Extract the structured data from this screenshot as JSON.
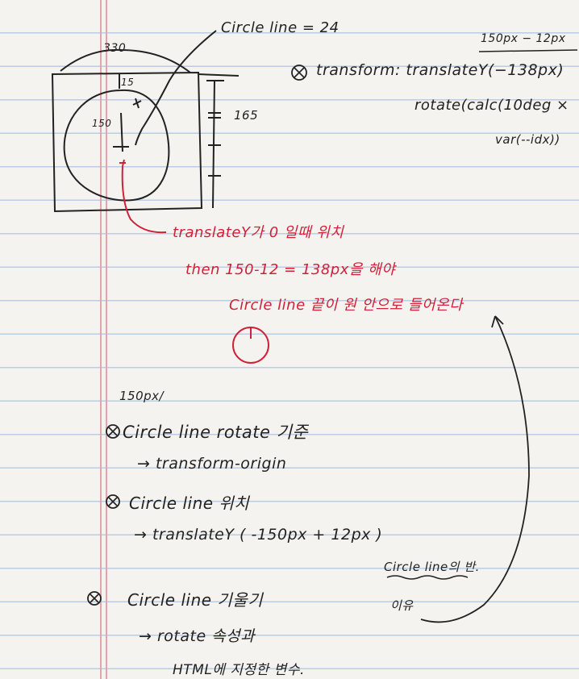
{
  "colors": {
    "ink": "#222222",
    "red_ink": "#d0203a",
    "rule_line": "#b9cde4",
    "margin": "#e6a3ae"
  },
  "diagram": {
    "width_label": "330",
    "height_label": "165",
    "inner_top_label": "15",
    "radius_label": "150",
    "circle_line_label": "Circle line = 24"
  },
  "formula": {
    "above": "150px − 12px",
    "line1": "transform: translateY(−138px)",
    "line2": "rotate(calc(10deg ×",
    "line3": "var(--idx))"
  },
  "red_notes": {
    "line1": "translateY가 0 일때 위치",
    "line2": "then 150-12 = 138px을 해야",
    "line3": "Circle line 끝이 원 안으로 들어온다"
  },
  "notes": {
    "heading": "150px/",
    "item1_title": "Circle line rotate 기준",
    "item1_detail": "→ transform-origin",
    "item2_title": "Circle line 위치",
    "item2_detail": "→ translateY ( -150px + 12px )",
    "side_note": "Circle line의 반.",
    "side_note2": "이유",
    "item3_title": "Circle line 기울기",
    "item3_detail": "→ rotate 속성과",
    "item3_detail2": "HTML에 지정한 변수."
  }
}
